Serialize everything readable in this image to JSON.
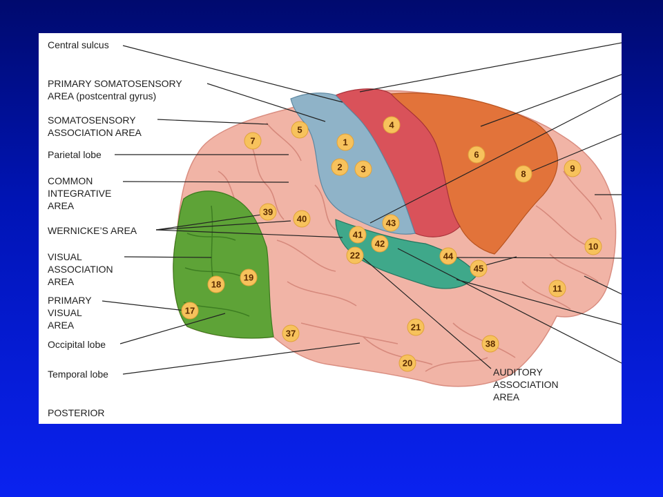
{
  "diagram": {
    "colors": {
      "background": "#0a1fd8",
      "panel": "#ffffff",
      "brain_pink": "#f1b4a6",
      "somatosensory_blue": "#8fb3c8",
      "motor_red": "#d9525a",
      "premotor_orange": "#e2733a",
      "visual_green": "#5ea337",
      "auditory_teal": "#3fa88a",
      "badge": "#f7c25c"
    },
    "labels": {
      "central_sulcus": "Central sulcus",
      "primary_somatosensory": "PRIMARY SOMATOSENSORY\nAREA (postcentral gyrus)",
      "somatosensory_association": "SOMATOSENSORY\nASSOCIATION AREA",
      "parietal_lobe": "Parietal lobe",
      "common_integrative": "COMMON\nINTEGRATIVE\nAREA",
      "wernickes": "WERNICKE’S AREA",
      "visual_association": "VISUAL\nASSOCIATION\nAREA",
      "primary_visual": "PRIMARY\nVISUAL\nAREA",
      "occipital_lobe": "Occipital lobe",
      "temporal_lobe": "Temporal lobe",
      "posterior": "POSTERIOR",
      "auditory_association": "AUDITORY\nASSOCIATION\nAREA"
    },
    "area_numbers": [
      "1",
      "2",
      "3",
      "4",
      "5",
      "6",
      "7",
      "8",
      "9",
      "10",
      "11",
      "17",
      "18",
      "19",
      "20",
      "21",
      "22",
      "37",
      "38",
      "39",
      "40",
      "41",
      "42",
      "43",
      "44",
      "45"
    ]
  }
}
